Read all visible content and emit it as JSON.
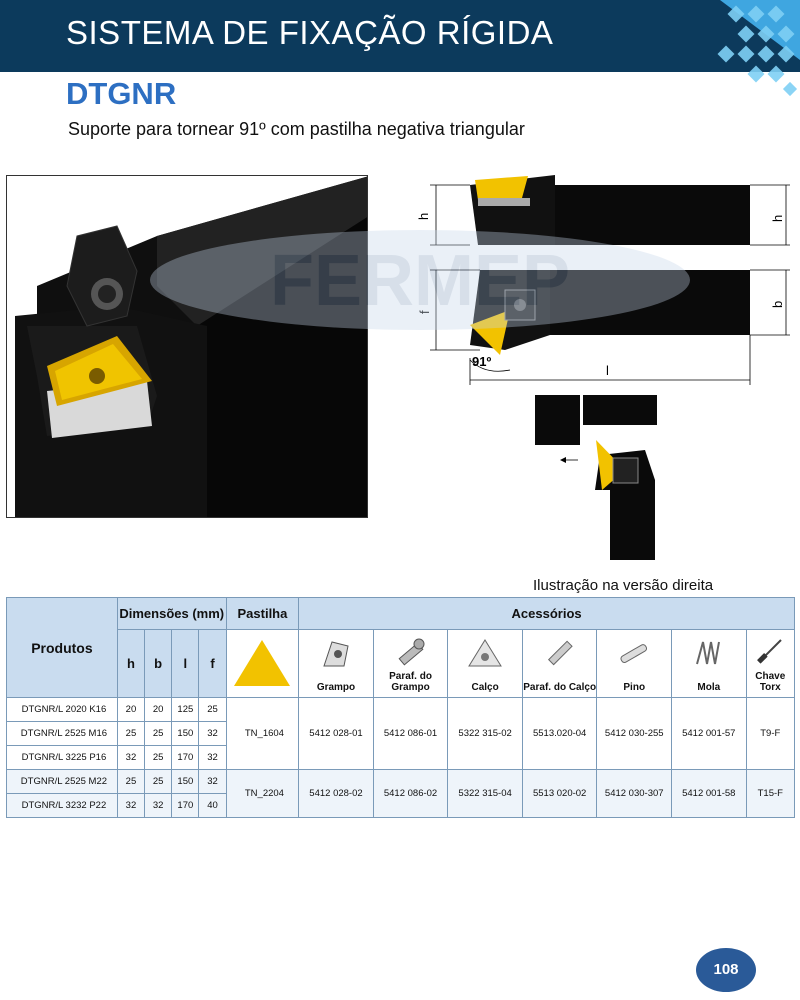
{
  "header": {
    "title": "SISTEMA DE FIXAÇÃO RÍGIDA"
  },
  "product": {
    "code": "DTGNR",
    "description": "Suporte para tornear 91º com pastilha negativa triangular"
  },
  "drawing": {
    "dim_h_left": "h",
    "dim_h_right": "h",
    "dim_f": "f",
    "dim_b": "b",
    "dim_l": "l",
    "angle": "91º"
  },
  "watermark": "FERMEP",
  "caption": "Ilustração na versão direita",
  "table": {
    "headers": {
      "produtos": "Produtos",
      "dimensoes": "Dimensões (mm)",
      "pastilha": "Pastilha",
      "acessorios": "Acessórios",
      "dims": [
        "h",
        "b",
        "l",
        "f"
      ],
      "accessories": [
        "Grampo",
        "Paraf. do Grampo",
        "Calço",
        "Paraf. do Calço",
        "Pino",
        "Mola",
        "Chave Torx"
      ]
    },
    "rows": [
      {
        "produto": "DTGNR/L 2020 K16",
        "h": "20",
        "b": "20",
        "l": "125",
        "f": "25"
      },
      {
        "produto": "DTGNR/L 2525 M16",
        "h": "25",
        "b": "25",
        "l": "150",
        "f": "32"
      },
      {
        "produto": "DTGNR/L 3225 P16",
        "h": "32",
        "b": "25",
        "l": "170",
        "f": "32"
      },
      {
        "produto": "DTGNR/L 2525 M22",
        "h": "25",
        "b": "25",
        "l": "150",
        "f": "32"
      },
      {
        "produto": "DTGNR/L 3232 P22",
        "h": "32",
        "b": "32",
        "l": "170",
        "f": "40"
      }
    ],
    "groups": [
      {
        "pastilha": "TN_1604",
        "acc": [
          "5412 028-01",
          "5412 086-01",
          "5322 315-02",
          "5513.020-04",
          "5412 030-255",
          "5412 001-57",
          "T9-F"
        ]
      },
      {
        "pastilha": "TN_2204",
        "acc": [
          "5412 028-02",
          "5412 086-02",
          "5322 315-04",
          "5513 020-02",
          "5412 030-307",
          "5412 001-58",
          "T15-F"
        ]
      }
    ]
  },
  "page": {
    "number": "108"
  },
  "colors": {
    "header_bg": "#0c3a5c",
    "code_blue": "#2d6fc2",
    "insert_yellow": "#f2c200",
    "table_header": "#c9dcef"
  }
}
